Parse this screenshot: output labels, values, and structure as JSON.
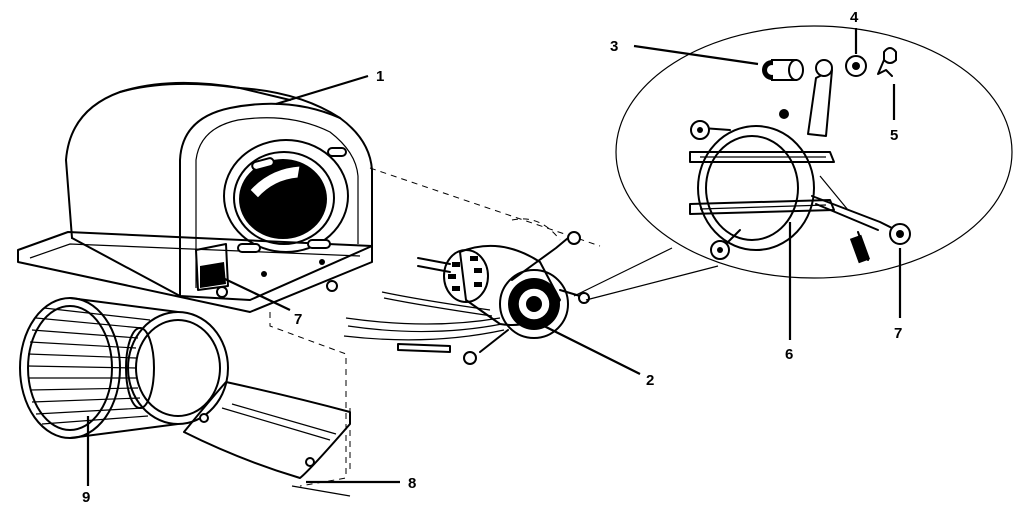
{
  "callouts": {
    "c1": "1",
    "c2": "2",
    "c3": "3",
    "c4": "4",
    "c5": "5",
    "c6": "6",
    "c7a": "7",
    "c7b": "7",
    "c8": "8",
    "c9": "9"
  }
}
